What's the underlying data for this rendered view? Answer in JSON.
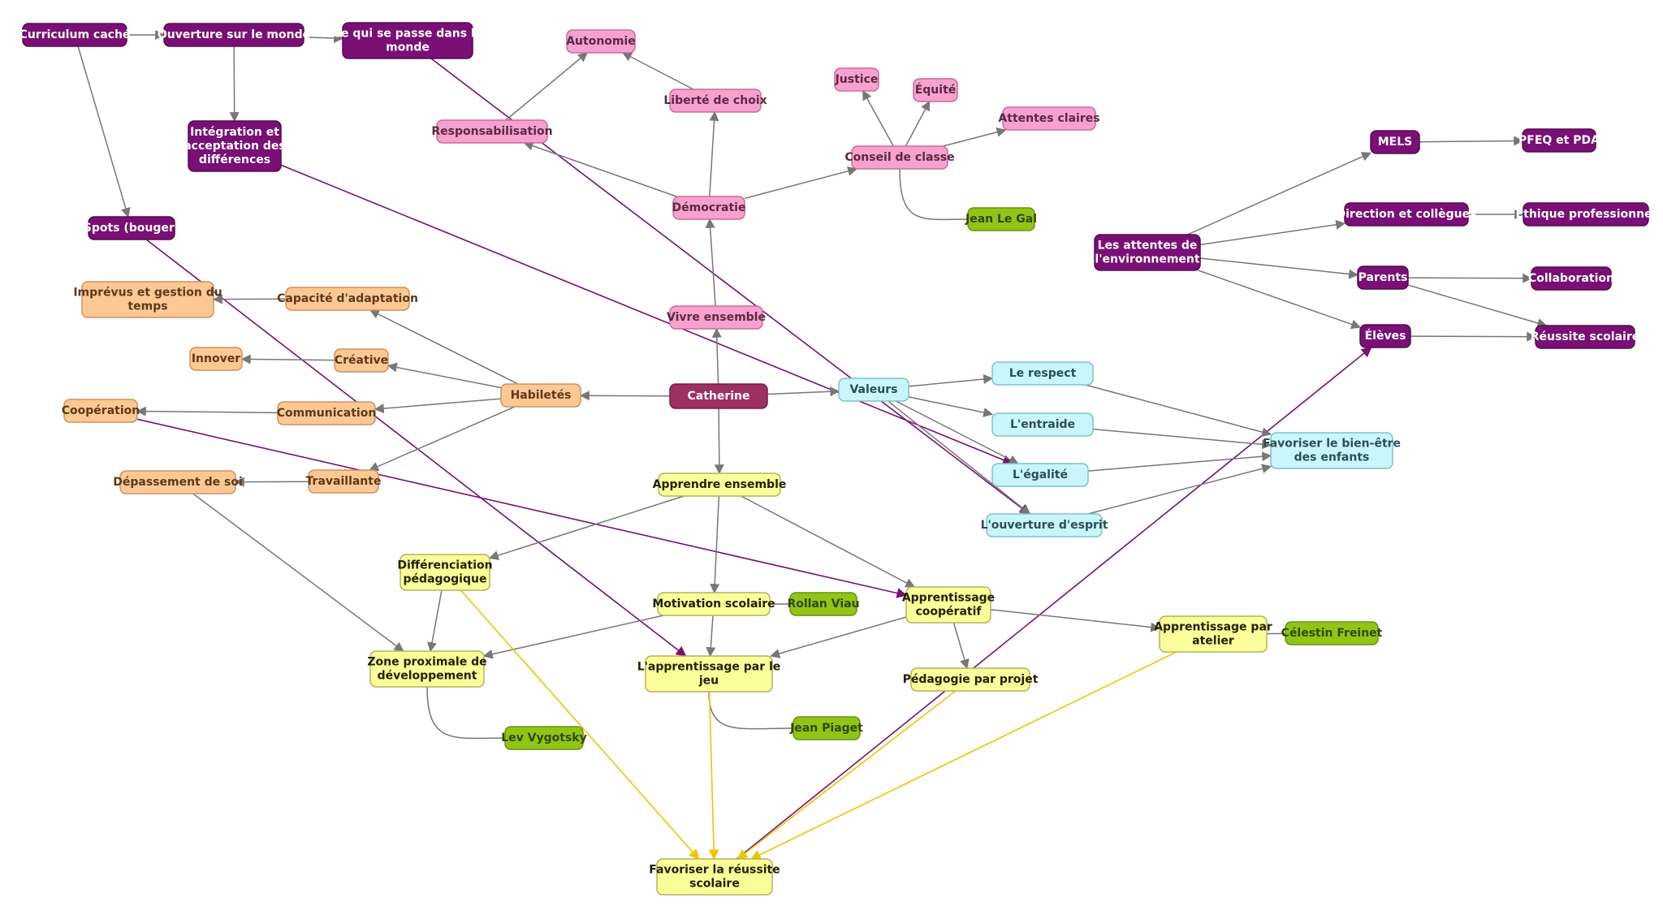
{
  "nodes": [
    {
      "id": "catherine",
      "lines": [
        "Catherine"
      ],
      "fill": "#9e2f62",
      "stroke": "#7a2049",
      "text": "#ffffff"
    },
    {
      "id": "curriculum",
      "lines": [
        "Curriculum caché"
      ],
      "fill": "#7a0f75",
      "stroke": "#560a52",
      "text": "#ffffff"
    },
    {
      "id": "ouverture_monde",
      "lines": [
        "Ouverture sur le monde"
      ],
      "fill": "#7a0f75",
      "stroke": "#560a52",
      "text": "#ffffff"
    },
    {
      "id": "ce_qui_se_passe",
      "lines": [
        "Ce qui se passe dans le",
        "monde"
      ],
      "fill": "#7a0f75",
      "stroke": "#560a52",
      "text": "#ffffff"
    },
    {
      "id": "integration",
      "lines": [
        "Intégration et",
        "acceptation des",
        "différences"
      ],
      "fill": "#7a0f75",
      "stroke": "#560a52",
      "text": "#ffffff"
    },
    {
      "id": "spots",
      "lines": [
        "Spots (bouger)"
      ],
      "fill": "#7a0f75",
      "stroke": "#560a52",
      "text": "#ffffff"
    },
    {
      "id": "attentes_env",
      "lines": [
        "Les attentes de",
        "l'environnement"
      ],
      "fill": "#7a0f75",
      "stroke": "#560a52",
      "text": "#ffffff"
    },
    {
      "id": "mels",
      "lines": [
        "MELS"
      ],
      "fill": "#7a0f75",
      "stroke": "#560a52",
      "text": "#ffffff"
    },
    {
      "id": "pfeq",
      "lines": [
        "PFEQ et PDA"
      ],
      "fill": "#7a0f75",
      "stroke": "#560a52",
      "text": "#ffffff"
    },
    {
      "id": "direction",
      "lines": [
        "Direction et collègues"
      ],
      "fill": "#7a0f75",
      "stroke": "#560a52",
      "text": "#ffffff"
    },
    {
      "id": "ethique",
      "lines": [
        "Éthique professionnel"
      ],
      "fill": "#7a0f75",
      "stroke": "#560a52",
      "text": "#ffffff"
    },
    {
      "id": "parents",
      "lines": [
        "Parents"
      ],
      "fill": "#7a0f75",
      "stroke": "#560a52",
      "text": "#ffffff"
    },
    {
      "id": "collaboration",
      "lines": [
        "Collaboration"
      ],
      "fill": "#7a0f75",
      "stroke": "#560a52",
      "text": "#ffffff"
    },
    {
      "id": "eleves",
      "lines": [
        "Élèves"
      ],
      "fill": "#7a0f75",
      "stroke": "#560a52",
      "text": "#ffffff"
    },
    {
      "id": "reussite_scol",
      "lines": [
        "Réussite scolaire"
      ],
      "fill": "#7a0f75",
      "stroke": "#560a52",
      "text": "#ffffff"
    },
    {
      "id": "autonomie",
      "lines": [
        "Autonomie"
      ],
      "fill": "#f7a1cf",
      "stroke": "#cc6a9c",
      "text": "#5a2a44"
    },
    {
      "id": "liberte",
      "lines": [
        "Liberté de choix"
      ],
      "fill": "#f7a1cf",
      "stroke": "#cc6a9c",
      "text": "#5a2a44"
    },
    {
      "id": "responsabilisation",
      "lines": [
        "Responsabilisation"
      ],
      "fill": "#f7a1cf",
      "stroke": "#cc6a9c",
      "text": "#5a2a44"
    },
    {
      "id": "democratie",
      "lines": [
        "Démocratie"
      ],
      "fill": "#f7a1cf",
      "stroke": "#cc6a9c",
      "text": "#5a2a44"
    },
    {
      "id": "justice",
      "lines": [
        "Justice"
      ],
      "fill": "#f7a1cf",
      "stroke": "#cc6a9c",
      "text": "#5a2a44"
    },
    {
      "id": "equite",
      "lines": [
        "Équité"
      ],
      "fill": "#f7a1cf",
      "stroke": "#cc6a9c",
      "text": "#5a2a44"
    },
    {
      "id": "attentes_claires",
      "lines": [
        "Attentes claires"
      ],
      "fill": "#f7a1cf",
      "stroke": "#cc6a9c",
      "text": "#5a2a44"
    },
    {
      "id": "conseil",
      "lines": [
        "Conseil de classe"
      ],
      "fill": "#f7a1cf",
      "stroke": "#cc6a9c",
      "text": "#5a2a44"
    },
    {
      "id": "vivre_ensemble",
      "lines": [
        "Vivre ensemble"
      ],
      "fill": "#f7a1cf",
      "stroke": "#cc6a9c",
      "text": "#5a2a44"
    },
    {
      "id": "jean_legal",
      "lines": [
        "Jean Le Gal"
      ],
      "fill": "#92c416",
      "stroke": "#6a9210",
      "text": "#2e4a06"
    },
    {
      "id": "rollan",
      "lines": [
        "Rollan Viau"
      ],
      "fill": "#92c416",
      "stroke": "#6a9210",
      "text": "#2e4a06"
    },
    {
      "id": "piaget",
      "lines": [
        "Jean Piaget"
      ],
      "fill": "#92c416",
      "stroke": "#6a9210",
      "text": "#2e4a06"
    },
    {
      "id": "vygotsky",
      "lines": [
        "Lev Vygotsky"
      ],
      "fill": "#92c416",
      "stroke": "#6a9210",
      "text": "#2e4a06"
    },
    {
      "id": "freinet",
      "lines": [
        "Célestin Freinet"
      ],
      "fill": "#92c416",
      "stroke": "#6a9210",
      "text": "#2e4a06"
    },
    {
      "id": "imprevus",
      "lines": [
        "Imprévus et gestion du",
        "temps"
      ],
      "fill": "#fdc894",
      "stroke": "#c99460",
      "text": "#5b3a1a"
    },
    {
      "id": "capacite",
      "lines": [
        "Capacité d'adaptation"
      ],
      "fill": "#fdc894",
      "stroke": "#c99460",
      "text": "#5b3a1a"
    },
    {
      "id": "innover",
      "lines": [
        "Innover"
      ],
      "fill": "#fdc894",
      "stroke": "#c99460",
      "text": "#5b3a1a"
    },
    {
      "id": "creative",
      "lines": [
        "Créative"
      ],
      "fill": "#fdc894",
      "stroke": "#c99460",
      "text": "#5b3a1a"
    },
    {
      "id": "cooperation",
      "lines": [
        "Coopération"
      ],
      "fill": "#fdc894",
      "stroke": "#c99460",
      "text": "#5b3a1a"
    },
    {
      "id": "communication",
      "lines": [
        "Communication"
      ],
      "fill": "#fdc894",
      "stroke": "#c99460",
      "text": "#5b3a1a"
    },
    {
      "id": "habiletes",
      "lines": [
        "Habiletés"
      ],
      "fill": "#fdc894",
      "stroke": "#c99460",
      "text": "#5b3a1a"
    },
    {
      "id": "depassement",
      "lines": [
        "Dépassement de soi"
      ],
      "fill": "#fdc894",
      "stroke": "#c99460",
      "text": "#5b3a1a"
    },
    {
      "id": "travaillante",
      "lines": [
        "Travaillante"
      ],
      "fill": "#fdc894",
      "stroke": "#c99460",
      "text": "#5b3a1a"
    },
    {
      "id": "valeurs",
      "lines": [
        "Valeurs"
      ],
      "fill": "#c8f6fb",
      "stroke": "#7fc2c8",
      "text": "#2c4f54"
    },
    {
      "id": "respect",
      "lines": [
        "Le respect"
      ],
      "fill": "#c8f6fb",
      "stroke": "#7fc2c8",
      "text": "#2c4f54"
    },
    {
      "id": "entraide",
      "lines": [
        "L'entraide"
      ],
      "fill": "#c8f6fb",
      "stroke": "#7fc2c8",
      "text": "#2c4f54"
    },
    {
      "id": "egalite",
      "lines": [
        "L'égalité"
      ],
      "fill": "#c8f6fb",
      "stroke": "#7fc2c8",
      "text": "#2c4f54"
    },
    {
      "id": "ouverture_esprit",
      "lines": [
        "L'ouverture d'esprit"
      ],
      "fill": "#c8f6fb",
      "stroke": "#7fc2c8",
      "text": "#2c4f54"
    },
    {
      "id": "bien_etre",
      "lines": [
        "Favoriser le bien-être",
        "des enfants"
      ],
      "fill": "#c8f6fb",
      "stroke": "#7fc2c8",
      "text": "#2c4f54"
    },
    {
      "id": "apprendre_ens",
      "lines": [
        "Apprendre ensemble"
      ],
      "fill": "#fbfc9a",
      "stroke": "#b3b35a",
      "text": "#222200"
    },
    {
      "id": "differenciation",
      "lines": [
        "Différenciation",
        "pédagogique"
      ],
      "fill": "#fbfc9a",
      "stroke": "#b3b35a",
      "text": "#222200"
    },
    {
      "id": "motivation",
      "lines": [
        "Motivation scolaire"
      ],
      "fill": "#fbfc9a",
      "stroke": "#b3b35a",
      "text": "#222200"
    },
    {
      "id": "appr_coop",
      "lines": [
        "Apprentissage",
        "coopératif"
      ],
      "fill": "#fbfc9a",
      "stroke": "#b3b35a",
      "text": "#222200"
    },
    {
      "id": "zone_prox",
      "lines": [
        "Zone proximale de",
        "développement"
      ],
      "fill": "#fbfc9a",
      "stroke": "#b3b35a",
      "text": "#222200"
    },
    {
      "id": "appr_jeu",
      "lines": [
        "L'apprentissage par le",
        "jeu"
      ],
      "fill": "#fbfc9a",
      "stroke": "#b3b35a",
      "text": "#222200"
    },
    {
      "id": "pedagogie_projet",
      "lines": [
        "Pédagogie par projet"
      ],
      "fill": "#fbfc9a",
      "stroke": "#b3b35a",
      "text": "#222200"
    },
    {
      "id": "appr_atelier",
      "lines": [
        "Apprentissage par",
        "atelier"
      ],
      "fill": "#fbfc9a",
      "stroke": "#b3b35a",
      "text": "#222200"
    },
    {
      "id": "favoriser_reussite",
      "lines": [
        "Favoriser la réussite",
        "scolaire"
      ],
      "fill": "#fbfc9a",
      "stroke": "#b3b35a",
      "text": "#222200"
    }
  ],
  "edges": [
    {
      "from": "curriculum",
      "to": "ouverture_monde",
      "color": "#777777",
      "arrow": true
    },
    {
      "from": "ouverture_monde",
      "to": "ce_qui_se_passe",
      "color": "#777777",
      "arrow": true
    },
    {
      "from": "ouverture_monde",
      "to": "integration",
      "color": "#777777",
      "arrow": true
    },
    {
      "from": "curriculum",
      "to": "spots",
      "color": "#777777",
      "arrow": true
    },
    {
      "from": "ce_qui_se_passe",
      "to": "ouverture_esprit",
      "color": "#7a0f75",
      "arrow": true
    },
    {
      "from": "integration",
      "to": "egalite",
      "color": "#7a0f75",
      "arrow": true
    },
    {
      "from": "spots",
      "to": "appr_jeu",
      "color": "#7a0f75",
      "arrow": true
    },
    {
      "from": "cooperation",
      "to": "appr_coop",
      "color": "#7a0f75",
      "arrow": true
    },
    {
      "from": "favoriser_reussite",
      "to": "eleves",
      "color": "#7a0f75",
      "arrow": true
    },
    {
      "from": "catherine",
      "to": "vivre_ensemble",
      "color": "#777777",
      "arrow": true
    },
    {
      "from": "catherine",
      "to": "habiletes",
      "color": "#777777",
      "arrow": true
    },
    {
      "from": "catherine",
      "to": "valeurs",
      "color": "#777777",
      "arrow": true
    },
    {
      "from": "catherine",
      "to": "apprendre_ens",
      "color": "#777777",
      "arrow": true
    },
    {
      "from": "vivre_ensemble",
      "to": "democratie",
      "color": "#777777",
      "arrow": true
    },
    {
      "from": "democratie",
      "to": "liberte",
      "color": "#777777",
      "arrow": true
    },
    {
      "from": "democratie",
      "to": "responsabilisation",
      "color": "#777777",
      "arrow": true
    },
    {
      "from": "democratie",
      "to": "conseil",
      "color": "#777777",
      "arrow": true
    },
    {
      "from": "liberte",
      "to": "autonomie",
      "color": "#777777",
      "arrow": true
    },
    {
      "from": "responsabilisation",
      "to": "autonomie",
      "color": "#777777",
      "arrow": true
    },
    {
      "from": "conseil",
      "to": "justice",
      "color": "#777777",
      "arrow": true
    },
    {
      "from": "conseil",
      "to": "equite",
      "color": "#777777",
      "arrow": true
    },
    {
      "from": "conseil",
      "to": "attentes_claires",
      "color": "#777777",
      "arrow": true
    },
    {
      "from": "conseil",
      "to": "jean_legal",
      "color": "#777777",
      "arrow": false,
      "curve": true
    },
    {
      "from": "habiletes",
      "to": "capacite",
      "color": "#777777",
      "arrow": true
    },
    {
      "from": "habiletes",
      "to": "creative",
      "color": "#777777",
      "arrow": true
    },
    {
      "from": "habiletes",
      "to": "communication",
      "color": "#777777",
      "arrow": true
    },
    {
      "from": "habiletes",
      "to": "travaillante",
      "color": "#777777",
      "arrow": true
    },
    {
      "from": "capacite",
      "to": "imprevus",
      "color": "#777777",
      "arrow": true
    },
    {
      "from": "creative",
      "to": "innover",
      "color": "#777777",
      "arrow": true
    },
    {
      "from": "communication",
      "to": "cooperation",
      "color": "#777777",
      "arrow": true
    },
    {
      "from": "travaillante",
      "to": "depassement",
      "color": "#777777",
      "arrow": true
    },
    {
      "from": "depassement",
      "to": "zone_prox",
      "color": "#777777",
      "arrow": true
    },
    {
      "from": "valeurs",
      "to": "respect",
      "color": "#777777",
      "arrow": true
    },
    {
      "from": "valeurs",
      "to": "entraide",
      "color": "#777777",
      "arrow": true
    },
    {
      "from": "valeurs",
      "to": "egalite",
      "color": "#777777",
      "arrow": true
    },
    {
      "from": "valeurs",
      "to": "ouverture_esprit",
      "color": "#777777",
      "arrow": true
    },
    {
      "from": "respect",
      "to": "bien_etre",
      "color": "#777777",
      "arrow": true
    },
    {
      "from": "entraide",
      "to": "bien_etre",
      "color": "#777777",
      "arrow": true
    },
    {
      "from": "egalite",
      "to": "bien_etre",
      "color": "#777777",
      "arrow": true
    },
    {
      "from": "ouverture_esprit",
      "to": "bien_etre",
      "color": "#777777",
      "arrow": true
    },
    {
      "from": "attentes_env",
      "to": "mels",
      "color": "#777777",
      "arrow": true
    },
    {
      "from": "attentes_env",
      "to": "direction",
      "color": "#777777",
      "arrow": true
    },
    {
      "from": "attentes_env",
      "to": "parents",
      "color": "#777777",
      "arrow": true
    },
    {
      "from": "attentes_env",
      "to": "eleves",
      "color": "#777777",
      "arrow": true
    },
    {
      "from": "mels",
      "to": "pfeq",
      "color": "#777777",
      "arrow": true
    },
    {
      "from": "direction",
      "to": "ethique",
      "color": "#777777",
      "arrow": true
    },
    {
      "from": "parents",
      "to": "collaboration",
      "color": "#777777",
      "arrow": true
    },
    {
      "from": "parents",
      "to": "reussite_scol",
      "color": "#777777",
      "arrow": true
    },
    {
      "from": "eleves",
      "to": "reussite_scol",
      "color": "#777777",
      "arrow": true
    },
    {
      "from": "apprendre_ens",
      "to": "differenciation",
      "color": "#777777",
      "arrow": true
    },
    {
      "from": "apprendre_ens",
      "to": "motivation",
      "color": "#777777",
      "arrow": true
    },
    {
      "from": "apprendre_ens",
      "to": "appr_coop",
      "color": "#777777",
      "arrow": true
    },
    {
      "from": "differenciation",
      "to": "zone_prox",
      "color": "#777777",
      "arrow": true
    },
    {
      "from": "motivation",
      "to": "zone_prox",
      "color": "#777777",
      "arrow": true
    },
    {
      "from": "motivation",
      "to": "appr_jeu",
      "color": "#777777",
      "arrow": true
    },
    {
      "from": "motivation",
      "to": "rollan",
      "color": "#777777",
      "arrow": false
    },
    {
      "from": "appr_coop",
      "to": "appr_jeu",
      "color": "#777777",
      "arrow": true
    },
    {
      "from": "appr_coop",
      "to": "pedagogie_projet",
      "color": "#777777",
      "arrow": true
    },
    {
      "from": "appr_coop",
      "to": "appr_atelier",
      "color": "#777777",
      "arrow": true
    },
    {
      "from": "appr_atelier",
      "to": "freinet",
      "color": "#777777",
      "arrow": false
    },
    {
      "from": "zone_prox",
      "to": "vygotsky",
      "color": "#777777",
      "arrow": false,
      "curve": true
    },
    {
      "from": "appr_jeu",
      "to": "piaget",
      "color": "#777777",
      "arrow": false,
      "curve": true
    },
    {
      "from": "differenciation",
      "to": "favoriser_reussite",
      "color": "#f2c300",
      "arrow": true
    },
    {
      "from": "appr_jeu",
      "to": "favoriser_reussite",
      "color": "#f2c300",
      "arrow": true
    },
    {
      "from": "pedagogie_projet",
      "to": "favoriser_reussite",
      "color": "#f2c300",
      "arrow": true
    },
    {
      "from": "appr_atelier",
      "to": "favoriser_reussite",
      "color": "#f2c300",
      "arrow": true
    }
  ]
}
